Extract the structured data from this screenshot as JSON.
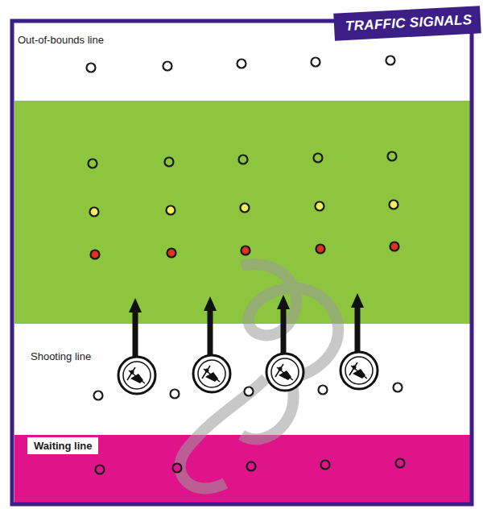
{
  "diagram": {
    "title": "TRAFFIC SIGNALS",
    "nodes": [
      {
        "text": [
          "Out-of-bounds line"
        ]
      },
      {
        "text": [
          "Shooting line"
        ]
      },
      {
        "text": [
          "Waiting line"
        ]
      }
    ]
  }
}
